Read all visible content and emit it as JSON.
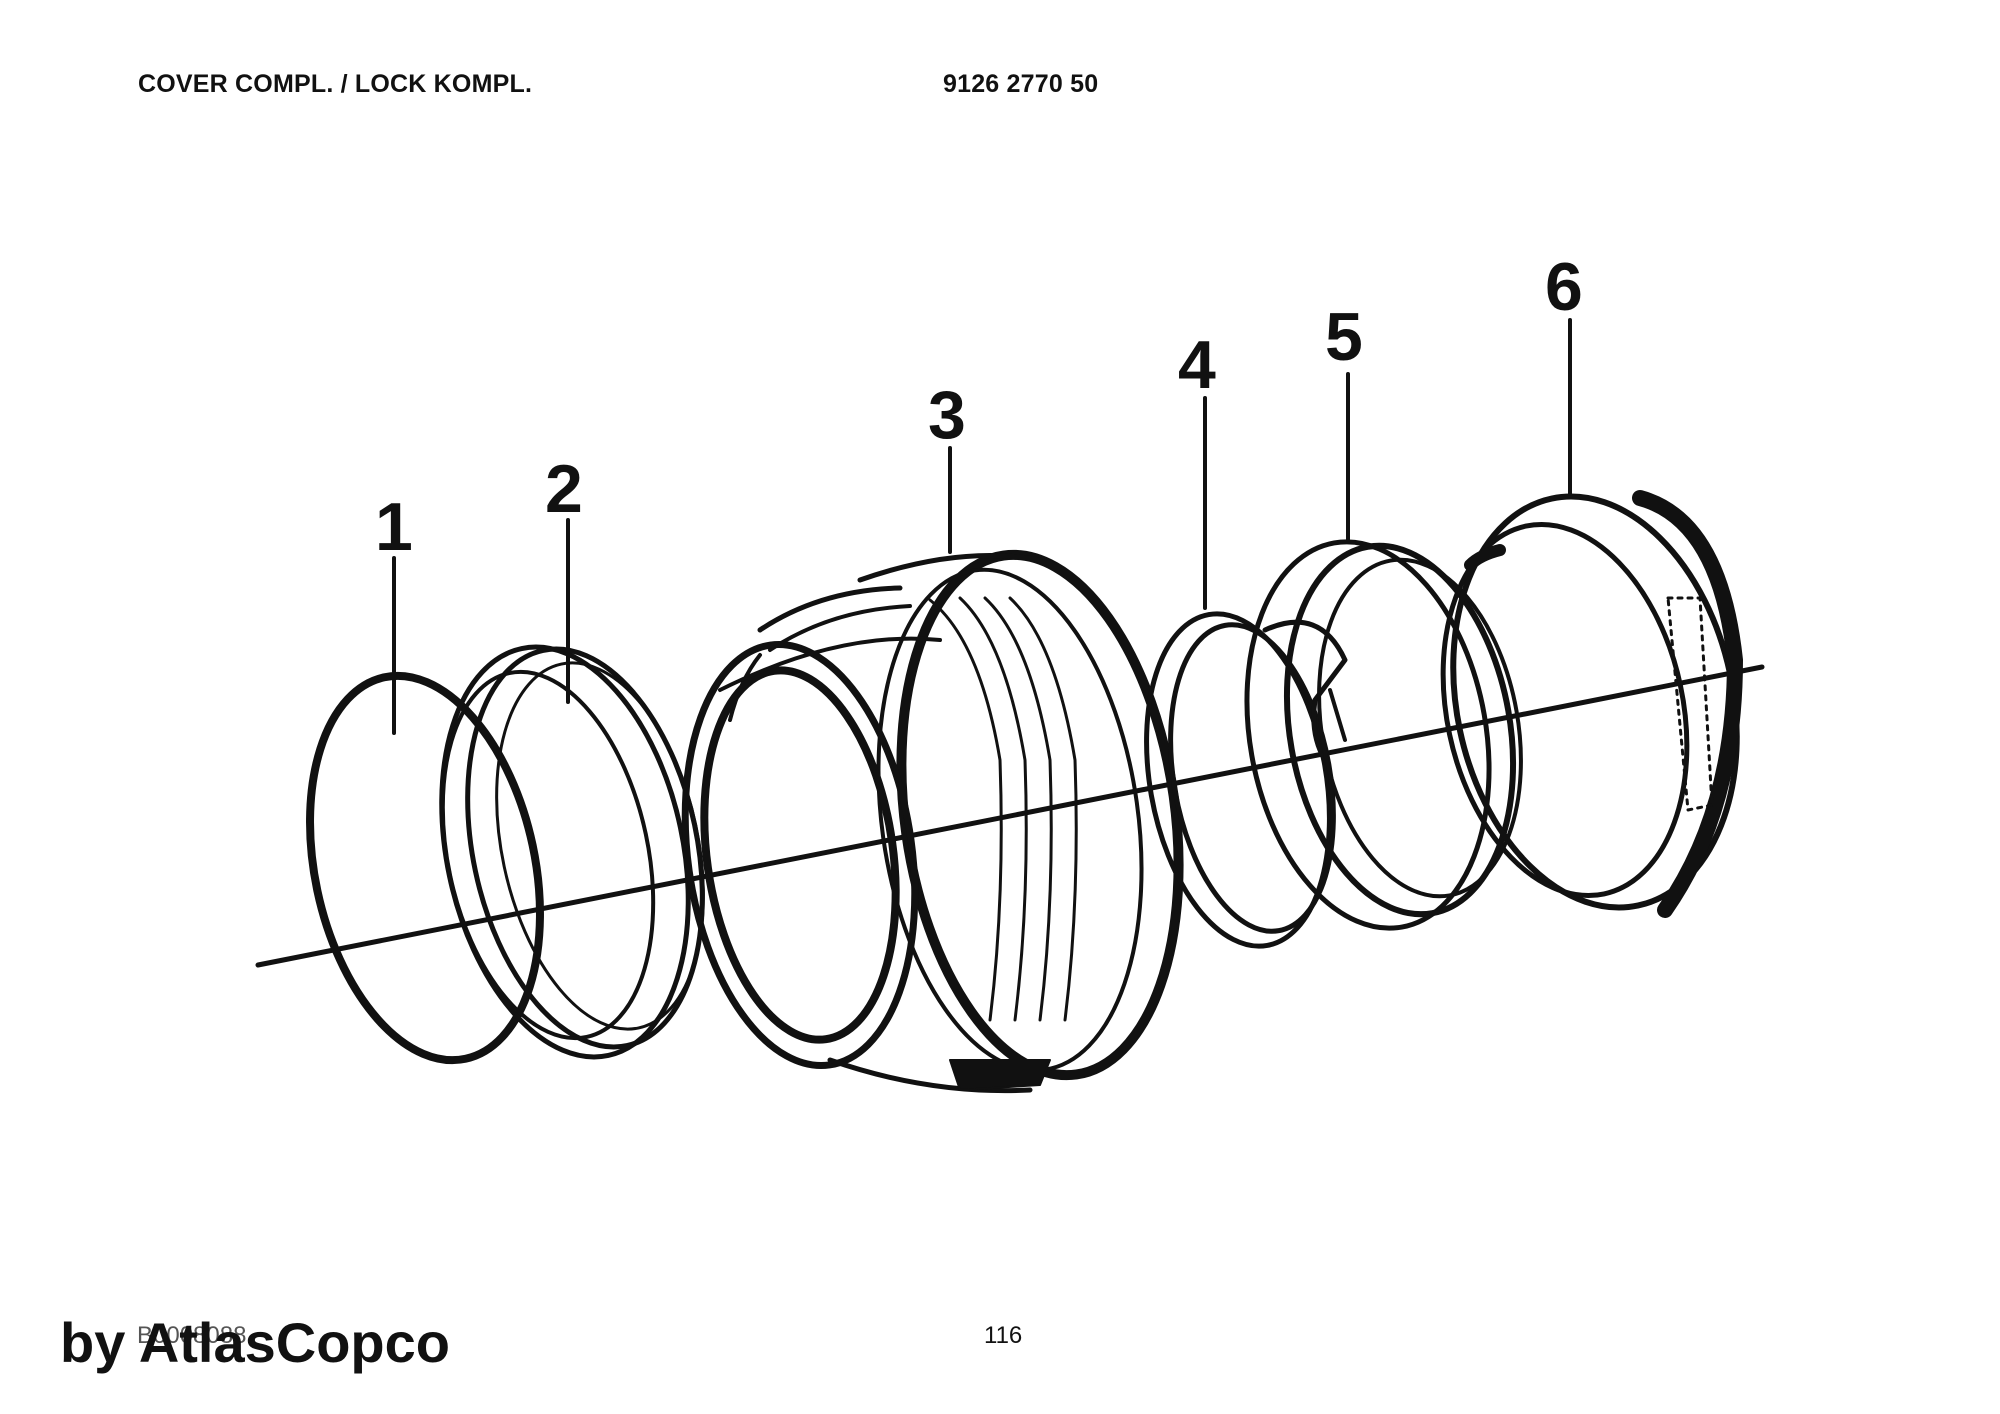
{
  "header": {
    "title": "COVER COMPL. / LOCK KOMPL.",
    "part_number": "9126 2770 50"
  },
  "callouts": [
    "1",
    "2",
    "3",
    "4",
    "5",
    "6"
  ],
  "footer": {
    "drawing_code": "B0008088",
    "page_number": "116",
    "brand": "by AtlasCopco"
  }
}
